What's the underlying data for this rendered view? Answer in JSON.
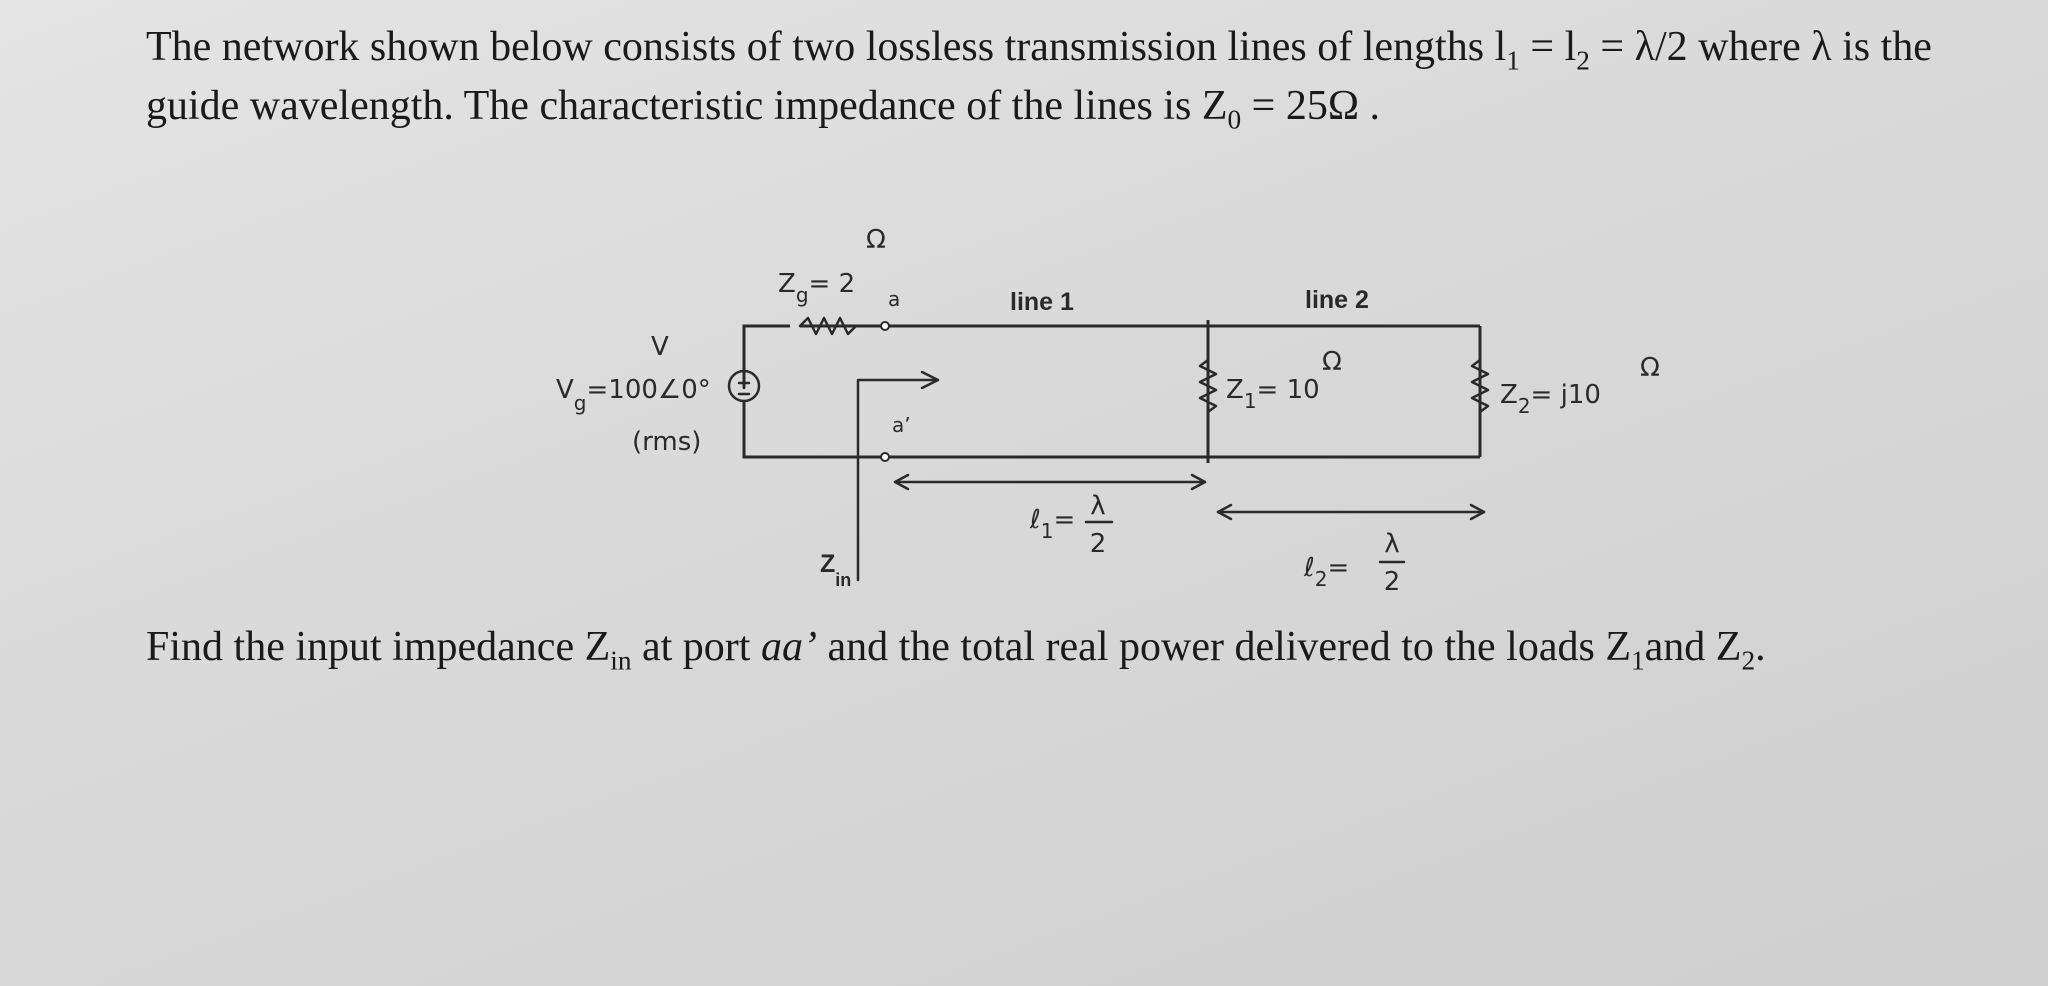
{
  "problem": {
    "intro_part1": "The network shown below consists of two lossless transmission lines of lengths l",
    "intro_l1_sub": "1",
    "intro_eq1": " = l",
    "intro_l2_sub": "2",
    "intro_eq2": " = λ/2 where λ is the guide wavelength. The characteristic impedance of the lines is Z",
    "intro_z0_sub": "0",
    "intro_end": " = 25Ω .",
    "question_part1": "Find the input impedance Z",
    "question_zin_sub": "in",
    "question_part2": " at port ",
    "question_port": "aa’",
    "question_part3": " and the total real power delivered to the loads Z",
    "question_z1_sub": "1",
    "question_and": "and Z",
    "question_z2_sub": "2",
    "question_end": "."
  },
  "figure": {
    "line1_label": "line 1",
    "line2_label": "line 2",
    "source_v_unit": "V",
    "source_vg_label": "V",
    "source_vg_sub": "g",
    "source_vg_value": "=100∠0°",
    "source_rms": "(rms)",
    "zg_label": "Z",
    "zg_sub": "g",
    "zg_value": "= 2",
    "zg_unit": "Ω",
    "port_a": "a",
    "port_a_prime": "a’",
    "z1_label": "Z",
    "z1_sub": "1",
    "z1_value": "= 10",
    "z1_unit": "Ω",
    "z2_label": "Z",
    "z2_sub": "2",
    "z2_value": "= j10",
    "z2_unit": "Ω",
    "len1_label": "ℓ",
    "len1_sub": "1",
    "len1_eq": "=",
    "len1_num": "λ",
    "len1_den": "2",
    "len2_label": "ℓ",
    "len2_sub": "2",
    "len2_eq": "=",
    "len2_num": "λ",
    "len2_den": "2",
    "zin_label": "Z",
    "zin_sub": "in"
  }
}
